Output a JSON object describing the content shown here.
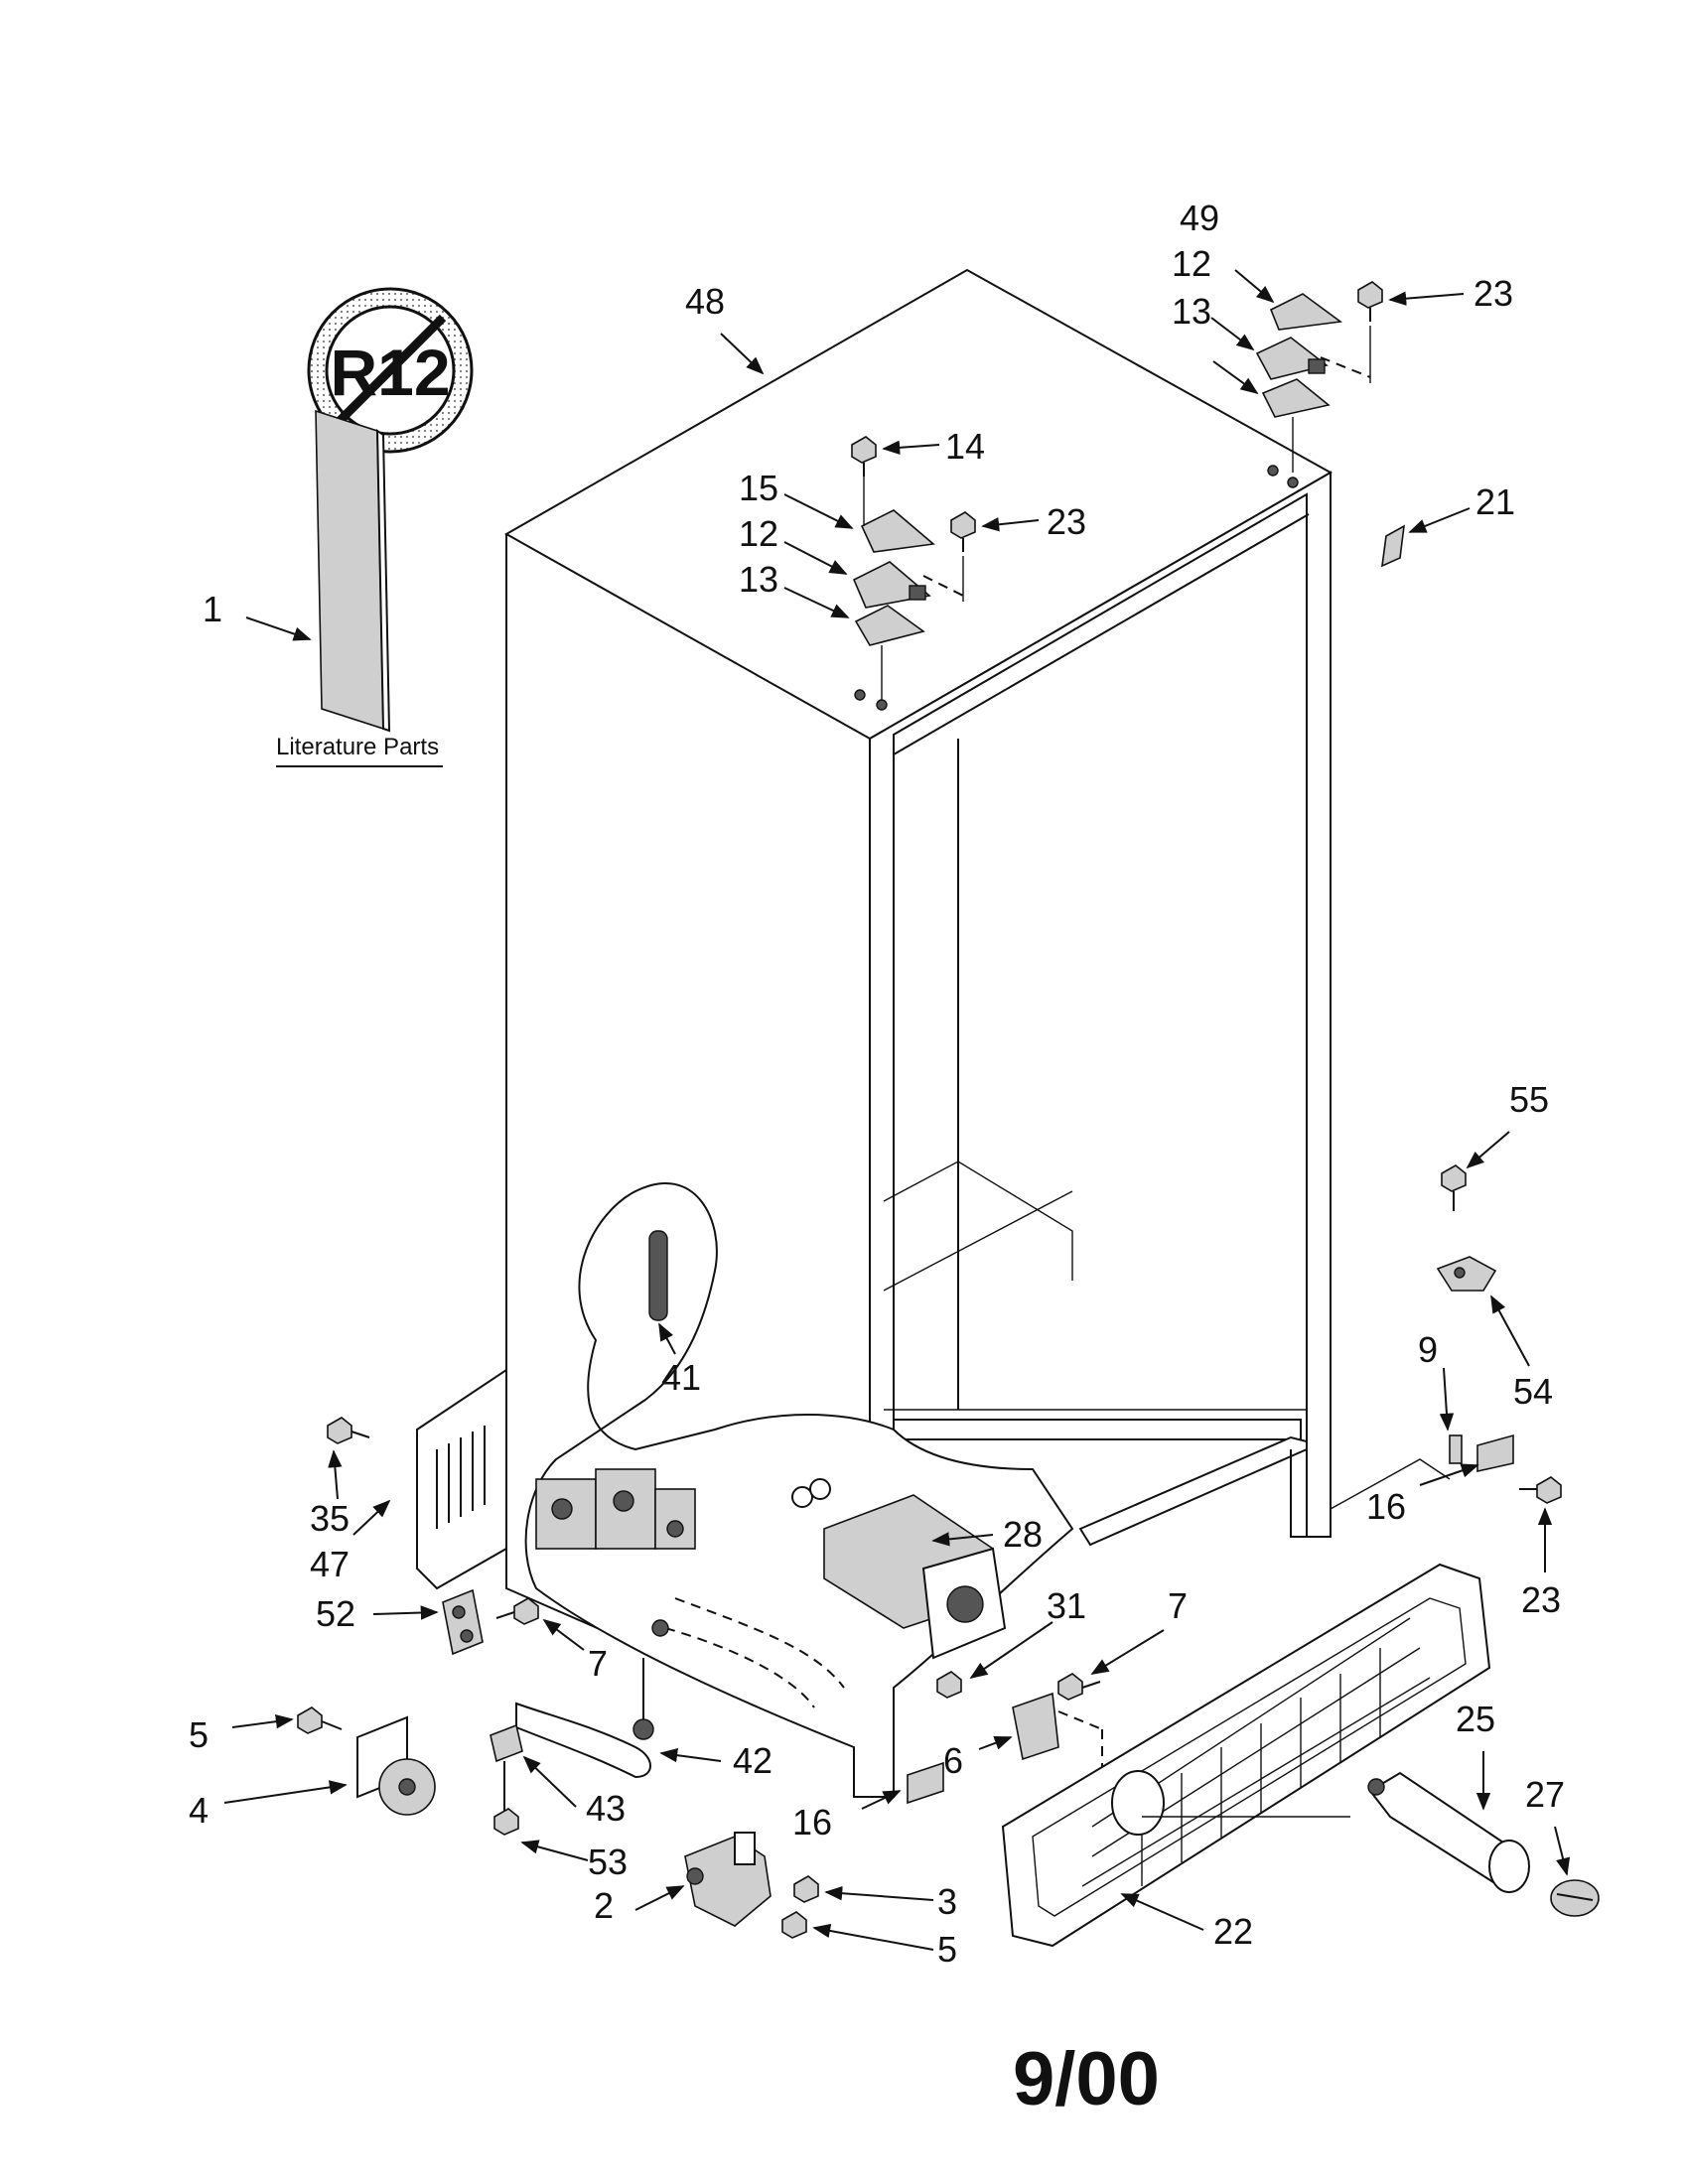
{
  "diagram": {
    "badge_text": "R12",
    "literature_label": "Literature Parts",
    "date_stamp": "9/00",
    "callouts": [
      "49",
      "12",
      "13",
      "23",
      "48",
      "14",
      "15",
      "23",
      "12",
      "13",
      "21",
      "1",
      "55",
      "41",
      "9",
      "54",
      "35",
      "47",
      "28",
      "16",
      "23",
      "52",
      "7",
      "31",
      "7",
      "5",
      "42",
      "6",
      "25",
      "27",
      "4",
      "43",
      "16",
      "53",
      "2",
      "3",
      "5",
      "22"
    ]
  }
}
